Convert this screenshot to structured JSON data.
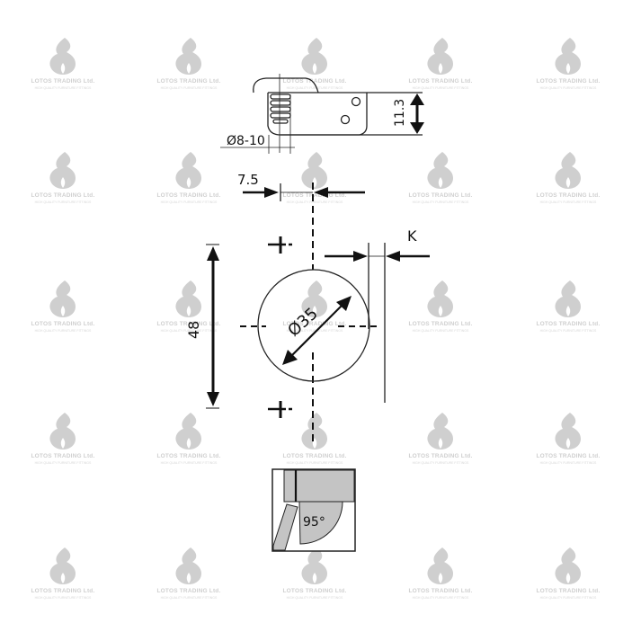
{
  "watermark": {
    "title": "LOTOS TRADING Ltd.",
    "subtitle": "HIGH QUALITY FURNITURE FITTINGS",
    "color": "#cfcfcf",
    "columns_x": [
      70,
      210,
      350,
      490,
      632
    ],
    "rows_y": [
      40,
      167,
      310,
      457,
      607
    ]
  },
  "diagram": {
    "top_view": {
      "diameter_label": "Ø8-10",
      "height_label": "11.3"
    },
    "drilling": {
      "offset_label": "7.5",
      "k_label": "K",
      "cup_diameter_label": "Ø35",
      "spacing_label": "48"
    },
    "opening_angle": {
      "label": "95°",
      "fill_color": "#c4c4c4"
    },
    "line_color": "#111111"
  }
}
